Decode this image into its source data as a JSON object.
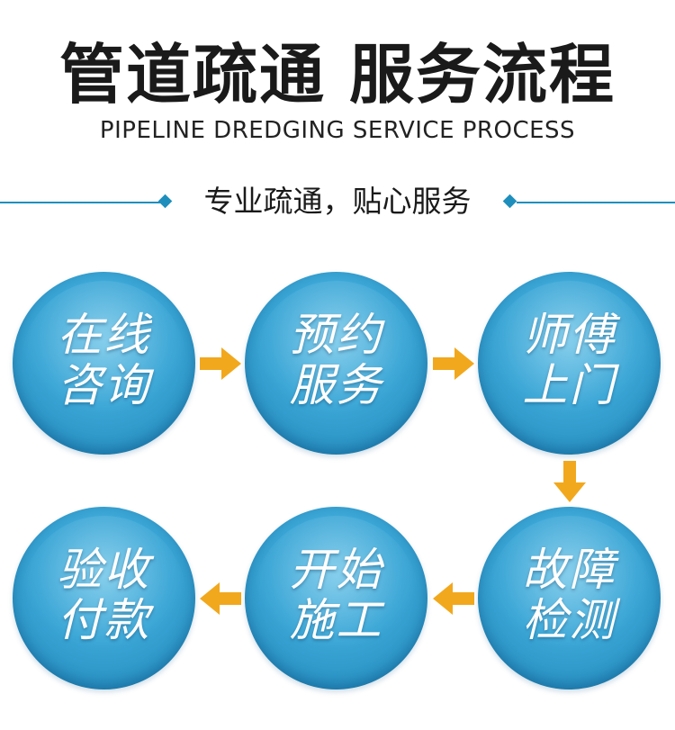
{
  "header": {
    "title_part1": "管道疏通",
    "title_part2": "服务流程",
    "subtitle": "PIPELINE DREDGING SERVICE PROCESS",
    "slogan": "专业疏通，贴心服务"
  },
  "steps": [
    {
      "line1": "在线",
      "line2": "咨询"
    },
    {
      "line1": "预约",
      "line2": "服务"
    },
    {
      "line1": "师傅",
      "line2": "上门"
    },
    {
      "line1": "故障",
      "line2": "检测"
    },
    {
      "line1": "开始",
      "line2": "施工"
    },
    {
      "line1": "验收",
      "line2": "付款"
    }
  ],
  "colors": {
    "accent_blue": "#1e8fbd",
    "circle_blue": "#3aa6d6",
    "arrow_orange": "#f2a81d"
  },
  "icons": {
    "arrow_right": "arrow-right-icon",
    "arrow_down": "arrow-down-icon",
    "arrow_left": "arrow-left-icon"
  }
}
